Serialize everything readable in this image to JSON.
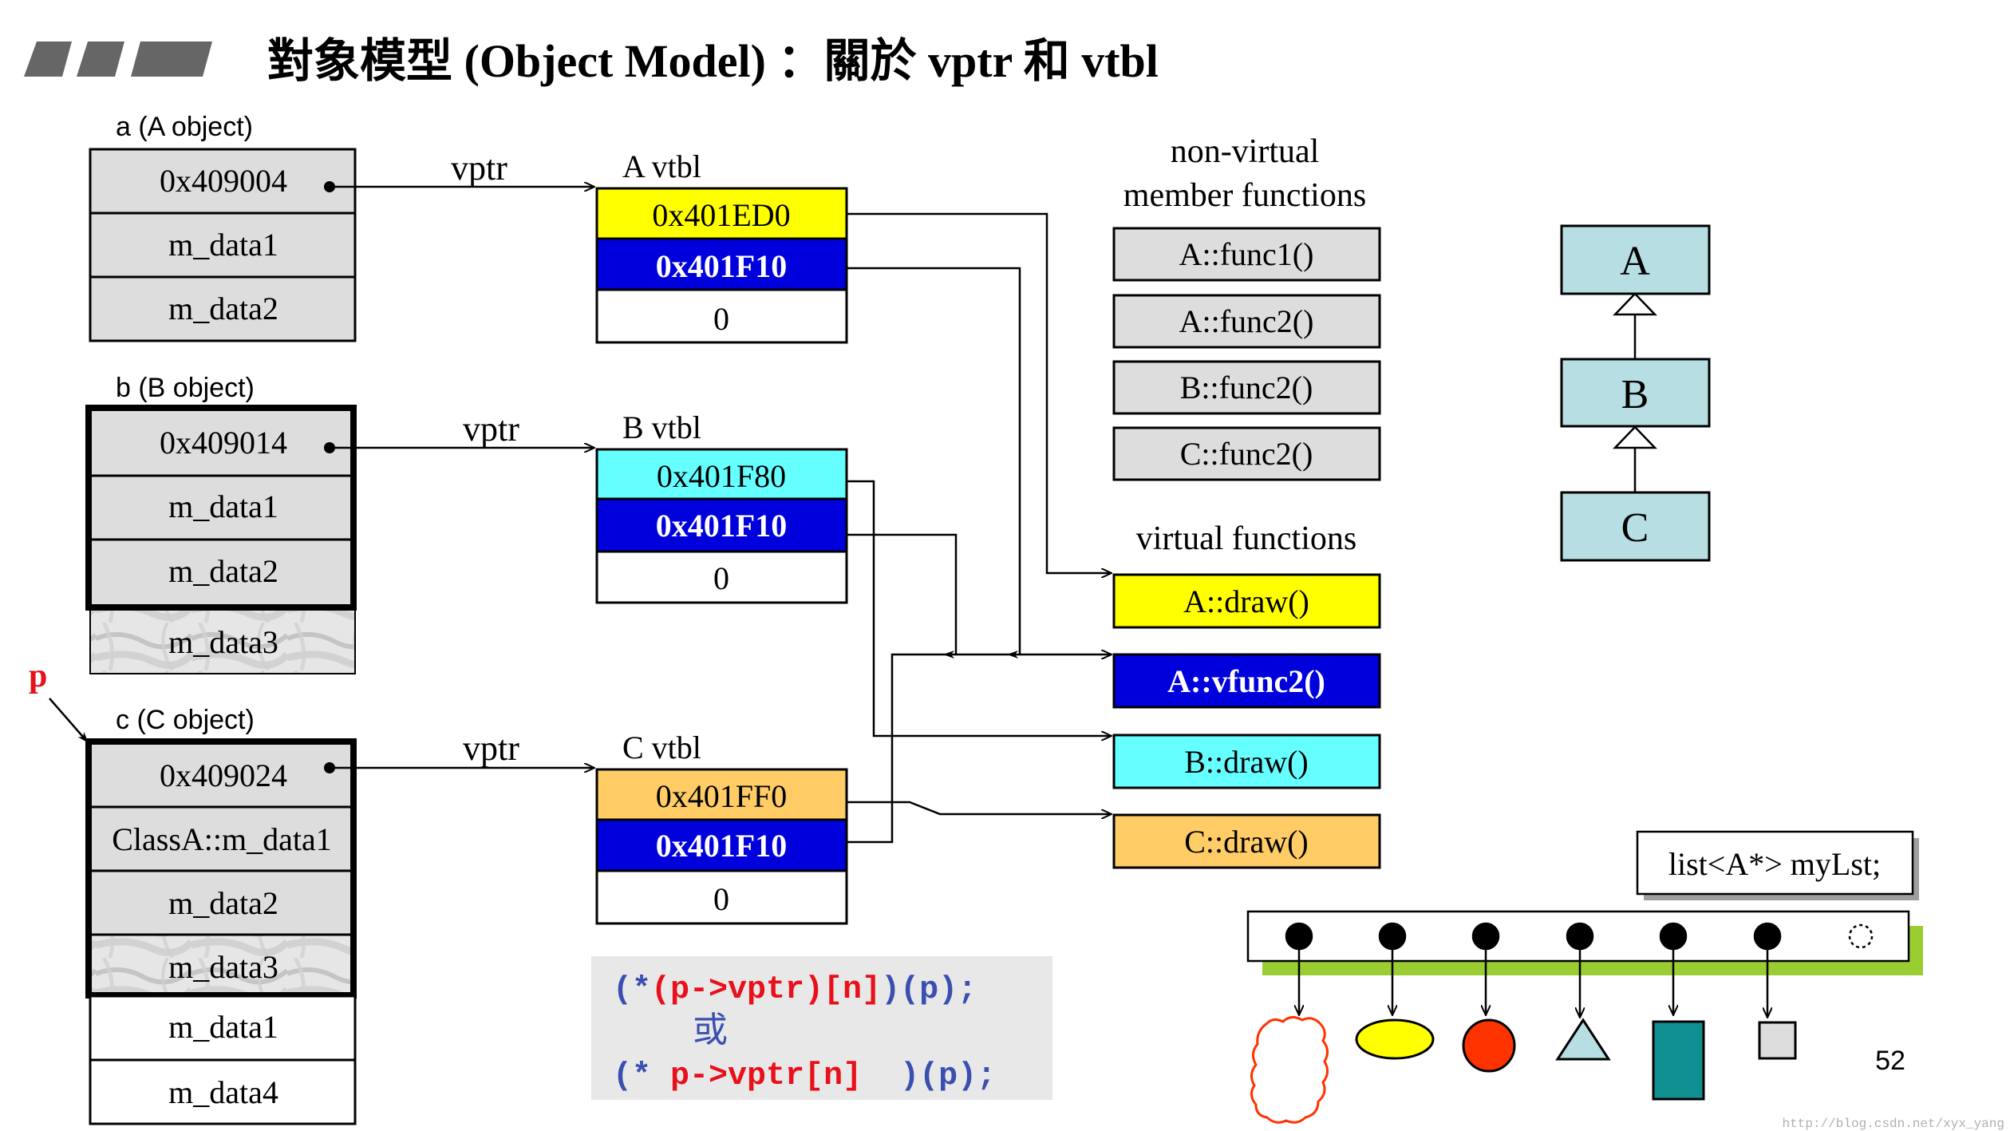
{
  "title": "對象模型 (Object Model) ：關於 vptr 和 vtbl",
  "colors": {
    "gray_cell": "#dddddd",
    "yellow": "#ffff00",
    "blue": "#0000dd",
    "cyan": "#66ffff",
    "orange": "#ffcc66",
    "uml": "#b7dfe3",
    "code_bg": "#e8e8e8",
    "code_blue": "#3a4fb0",
    "code_red": "#e8111b",
    "list_green": "#9acd32",
    "teal": "#109090",
    "red_circle": "#ff3300",
    "light_blue_triangle": "#b7dfe3"
  },
  "objects": {
    "a": {
      "label": "a (A object)",
      "cells": [
        "0x409004",
        "m_data1",
        "m_data2"
      ]
    },
    "b": {
      "label": "b (B object)",
      "cells": [
        "0x409014",
        "m_data1",
        "m_data2",
        "m_data3"
      ]
    },
    "c": {
      "label": "c (C object)",
      "cells": [
        "0x409024",
        "ClassA::m_data1",
        "m_data2",
        "m_data3",
        "m_data1",
        "m_data4"
      ]
    }
  },
  "pointer_label": "p",
  "vptr_label": "vptr",
  "vtbls": {
    "a": {
      "label": "A vtbl",
      "cells": [
        "0x401ED0",
        "0x401F10",
        "0"
      ]
    },
    "b": {
      "label": "B vtbl",
      "cells": [
        "0x401F80",
        "0x401F10",
        "0"
      ]
    },
    "c": {
      "label": "C vtbl",
      "cells": [
        "0x401FF0",
        "0x401F10",
        "0"
      ]
    }
  },
  "nonvirtual": {
    "heading_line1": "non-virtual",
    "heading_line2": "member functions",
    "items": [
      "A::func1()",
      "A::func2()",
      "B::func2()",
      "C::func2()"
    ]
  },
  "virtual": {
    "heading": "virtual functions",
    "items": [
      "A::draw()",
      "A::vfunc2()",
      "B::draw()",
      "C::draw()"
    ]
  },
  "uml": [
    "A",
    "B",
    "C"
  ],
  "code": {
    "line1_open": "(*",
    "line1_red": "(p->vptr)[n]",
    "line1_close": ")(p);",
    "line2": "或",
    "line3_open": "(*",
    "line3_red": "p->vptr[n]",
    "line3_close": ")(p);"
  },
  "list_label": "list<A*> myLst;",
  "page_number": "52",
  "watermark": "http://blog.csdn.net/xyx_yang"
}
